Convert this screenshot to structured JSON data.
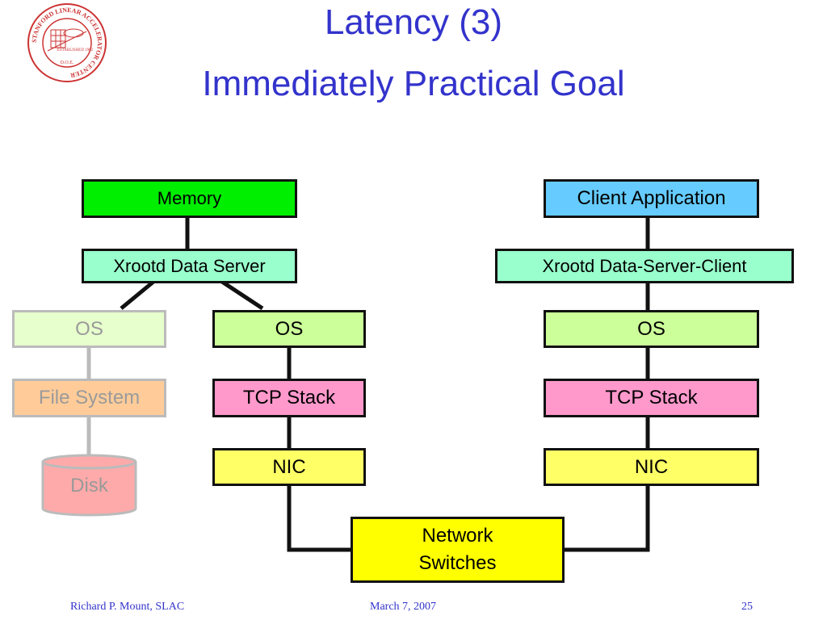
{
  "slide": {
    "title_line1": "Latency (3)",
    "title_line2": "Immediately Practical Goal",
    "logo_text": "STANFORD LINEAR ACCELERATOR CENTER",
    "logo_established": "ESTABLISHED 1962",
    "logo_doe": "D.O.E."
  },
  "diagram": {
    "server_side": {
      "memory": "Memory",
      "data_server": "Xrootd Data Server",
      "os_faded": "OS",
      "filesystem": "File System",
      "disk": "Disk",
      "os": "OS",
      "tcp": "TCP Stack",
      "nic": "NIC"
    },
    "client_side": {
      "app": "Client Application",
      "data_client": "Xrootd Data-Server-Client",
      "os": "OS",
      "tcp": "TCP Stack",
      "nic": "NIC"
    },
    "switch_line1": "Network",
    "switch_line2": "Switches",
    "colors": {
      "memory": "#00ee00",
      "client_app": "#66ccff",
      "xrootd": "#99ffcc",
      "os": "#ccff99",
      "tcp": "#ff99cc",
      "nic": "#ffff66",
      "switches": "#ffff00",
      "os_faded": "#e6ffcc",
      "filesystem_faded": "#ffcc99",
      "disk_faded": "#ffaaaa"
    }
  },
  "footer": {
    "author": "Richard P. Mount,   SLAC",
    "date": "March 7, 2007",
    "page": "25"
  }
}
